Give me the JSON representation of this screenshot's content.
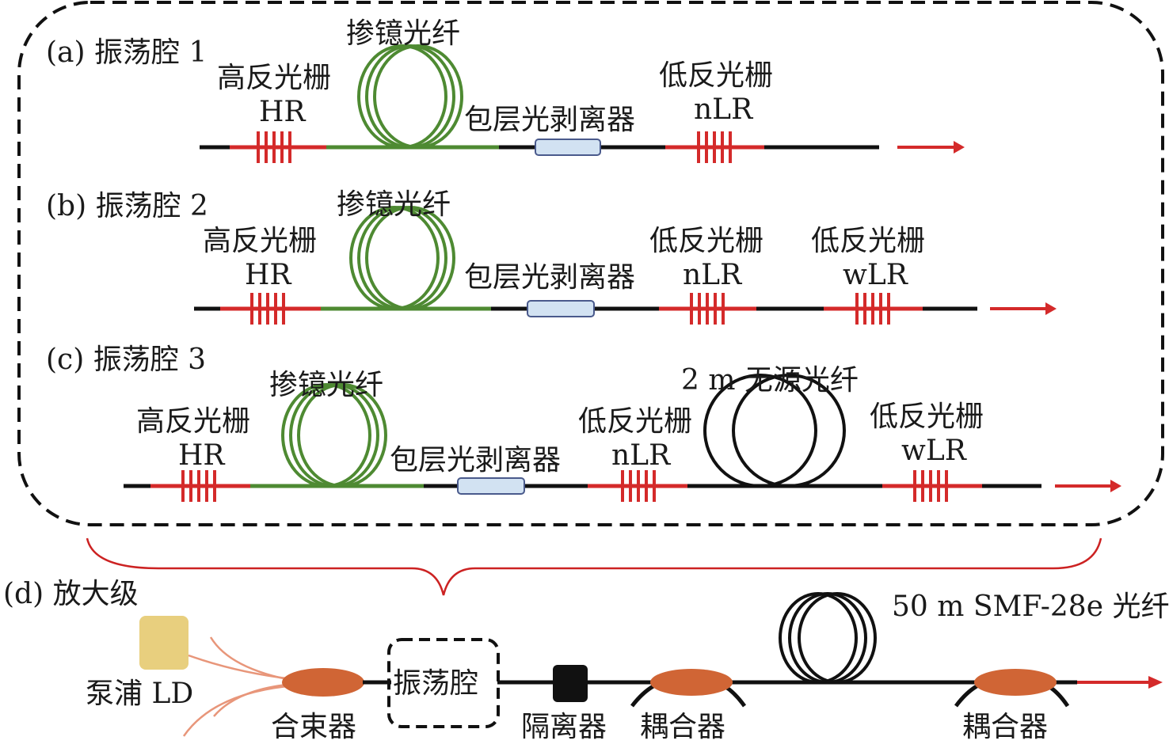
{
  "colors": {
    "fiber_black": "#111111",
    "grating_red": "#d42a2a",
    "doped_green": "#4e8a32",
    "cps_fill": "#d2e2f2",
    "cps_border": "#4a5a8c",
    "combiner_orange": "#d06535",
    "pump_fill": "#e8cf7e",
    "pump_lead": "#e8967a",
    "brace_red": "#cc2222",
    "output_arrow": "#d42a2a"
  },
  "panels": {
    "a": {
      "title": "(a) 振荡腔 1",
      "doped_fiber": "掺镱光纤",
      "hr_cn": "高反光栅",
      "hr_en": "HR",
      "cps": "包层光剥离器",
      "nlr_cn": "低反光栅",
      "nlr_en": "nLR"
    },
    "b": {
      "title": "(b) 振荡腔 2",
      "doped_fiber": "掺镱光纤",
      "hr_cn": "高反光栅",
      "hr_en": "HR",
      "cps": "包层光剥离器",
      "nlr_cn": "低反光栅",
      "nlr_en": "nLR",
      "wlr_cn": "低反光栅",
      "wlr_en": "wLR"
    },
    "c": {
      "title": "(c) 振荡腔 3",
      "doped_fiber": "掺镱光纤",
      "hr_cn": "高反光栅",
      "hr_en": "HR",
      "cps": "包层光剥离器",
      "nlr_cn": "低反光栅",
      "nlr_en": "nLR",
      "passive_fiber": "2 m 无源光纤",
      "wlr_cn": "低反光栅",
      "wlr_en": "wLR"
    },
    "d": {
      "title": "(d) 放大级",
      "pump": "泵浦 LD",
      "combiner": "合束器",
      "oscillator": "振荡腔",
      "isolator": "隔离器",
      "coupler1": "耦合器",
      "smf": "50 m SMF-28e 光纤",
      "coupler2": "耦合器"
    }
  }
}
